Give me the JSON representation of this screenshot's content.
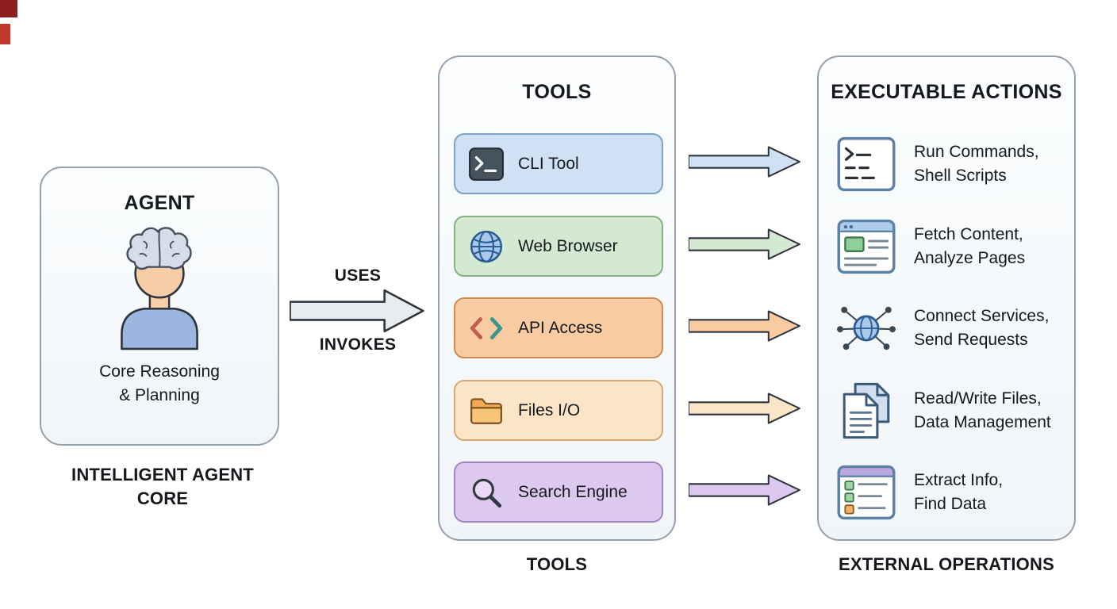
{
  "decorations": {
    "corner_square_top_color": "#8f1f1f",
    "corner_square_bottom_color": "#c0392b"
  },
  "agent": {
    "title": "AGENT",
    "subtitle_line1": "Core Reasoning",
    "subtitle_line2": "& Planning",
    "caption_line1": "INTELLIGENT AGENT",
    "caption_line2": "CORE"
  },
  "connector": {
    "label_top": "USES",
    "label_bottom": "INVOKES",
    "arrow_fill": "#e8ecf1",
    "arrow_stroke": "#2e343b"
  },
  "tools": {
    "title": "TOOLS",
    "caption": "TOOLS",
    "items": [
      {
        "label": "CLI Tool",
        "icon": "terminal-icon",
        "bg": "#cfe1f2",
        "border": "#7fa3c6",
        "arrow": "#cfe1f2"
      },
      {
        "label": "Web Browser",
        "icon": "globe-icon",
        "bg": "#d3e9d1",
        "border": "#83b182",
        "arrow": "#d3e9d1"
      },
      {
        "label": "API Access",
        "icon": "code-brackets-icon",
        "bg": "#f9cba3",
        "border": "#d08b50",
        "arrow": "#f9cba3"
      },
      {
        "label": "Files I/O",
        "icon": "folder-icon",
        "bg": "#fce5c7",
        "border": "#d8ab6d",
        "arrow": "#fce5c7"
      },
      {
        "label": "Search Engine",
        "icon": "magnifier-icon",
        "bg": "#ddc9ef",
        "border": "#a186c5",
        "arrow": "#ddc9ef"
      }
    ]
  },
  "actions": {
    "title": "EXECUTABLE ACTIONS",
    "caption": "EXTERNAL OPERATIONS",
    "items": [
      {
        "line1": "Run Commands,",
        "line2": "Shell Scripts",
        "icon": "terminal-window-icon"
      },
      {
        "line1": "Fetch Content,",
        "line2": "Analyze Pages",
        "icon": "browser-page-icon"
      },
      {
        "line1": "Connect Services,",
        "line2": "Send Requests",
        "icon": "network-globe-icon"
      },
      {
        "line1": "Read/Write Files,",
        "line2": "Data Management",
        "icon": "documents-icon"
      },
      {
        "line1": "Extract Info,",
        "line2": "Find Data",
        "icon": "results-list-icon"
      }
    ]
  }
}
